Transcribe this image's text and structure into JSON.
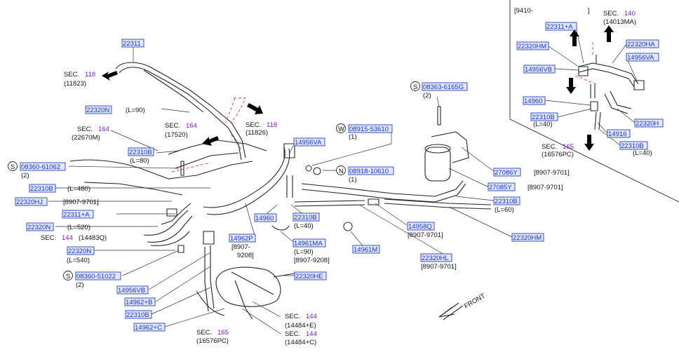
{
  "diagram": {
    "parts": [
      {
        "id": "p1",
        "text": "22311"
      },
      {
        "id": "p2",
        "text": "22320N"
      },
      {
        "id": "p3",
        "text": "22310B"
      },
      {
        "id": "p4",
        "text": "08360-61062"
      },
      {
        "id": "p5",
        "text": "22310B"
      },
      {
        "id": "p6",
        "text": "22320HJ"
      },
      {
        "id": "p7",
        "text": "22311+A"
      },
      {
        "id": "p8",
        "text": "22320N"
      },
      {
        "id": "p9",
        "text": "22320N"
      },
      {
        "id": "p10",
        "text": "08360-51022"
      },
      {
        "id": "p11",
        "text": "14956VB"
      },
      {
        "id": "p12",
        "text": "14962+B"
      },
      {
        "id": "p13",
        "text": "22310B"
      },
      {
        "id": "p14",
        "text": "14962+C"
      },
      {
        "id": "p15",
        "text": "14956VA"
      },
      {
        "id": "p16",
        "text": "08915-53610"
      },
      {
        "id": "p17",
        "text": "08918-10610"
      },
      {
        "id": "p18",
        "text": "14960"
      },
      {
        "id": "p19",
        "text": "22310B"
      },
      {
        "id": "p20",
        "text": "14962P"
      },
      {
        "id": "p21",
        "text": "14961MA"
      },
      {
        "id": "p22",
        "text": "14961M"
      },
      {
        "id": "p23",
        "text": "14958Q"
      },
      {
        "id": "p24",
        "text": "22320HL"
      },
      {
        "id": "p25",
        "text": "22320HE"
      },
      {
        "id": "p26",
        "text": "08363-6165G"
      },
      {
        "id": "p27",
        "text": "27086Y"
      },
      {
        "id": "p28",
        "text": "27085Y"
      },
      {
        "id": "p29",
        "text": "22310B"
      },
      {
        "id": "p30",
        "text": "22320HM"
      },
      {
        "id": "p31",
        "text": "22311+A"
      },
      {
        "id": "p32",
        "text": "22320HA"
      },
      {
        "id": "p33",
        "text": "22320HM"
      },
      {
        "id": "p34",
        "text": "14956VA"
      },
      {
        "id": "p35",
        "text": "14956VB"
      },
      {
        "id": "p36",
        "text": "14960"
      },
      {
        "id": "p37",
        "text": "22310B"
      },
      {
        "id": "p38",
        "text": "22320H"
      },
      {
        "id": "p39",
        "text": "14916"
      },
      {
        "id": "p40",
        "text": "22310B"
      }
    ],
    "notes": [
      {
        "id": "n1",
        "text": "SEC."
      },
      {
        "id": "n1s",
        "text": "118"
      },
      {
        "id": "n1b",
        "text": "(11823)"
      },
      {
        "id": "n2",
        "text": "(L=90)"
      },
      {
        "id": "n3",
        "text": "SEC."
      },
      {
        "id": "n3s",
        "text": "164"
      },
      {
        "id": "n3b",
        "text": "(22670M)"
      },
      {
        "id": "n4",
        "text": "SEC."
      },
      {
        "id": "n4s",
        "text": "164"
      },
      {
        "id": "n4b",
        "text": "(17520)"
      },
      {
        "id": "n5",
        "text": "SEC."
      },
      {
        "id": "n5s",
        "text": "118"
      },
      {
        "id": "n5b",
        "text": "(11826)"
      },
      {
        "id": "n6",
        "text": "(L=80)"
      },
      {
        "id": "n7",
        "text": "(2)"
      },
      {
        "id": "n8",
        "text": "(L=480)"
      },
      {
        "id": "n9",
        "text": "[8907-9701]"
      },
      {
        "id": "n10",
        "text": "(L=520)"
      },
      {
        "id": "n11",
        "text": "SEC."
      },
      {
        "id": "n11s",
        "text": "144"
      },
      {
        "id": "n11b",
        "text": "(14483Q)"
      },
      {
        "id": "n12",
        "text": "(L=540)"
      },
      {
        "id": "n13",
        "text": "(2)"
      },
      {
        "id": "n14",
        "text": "(1)"
      },
      {
        "id": "n15",
        "text": "(1)"
      },
      {
        "id": "n16",
        "text": "(L=40)"
      },
      {
        "id": "n17",
        "text": "[8907-"
      },
      {
        "id": "n17b",
        "text": "9208]"
      },
      {
        "id": "n18",
        "text": "(L=90)"
      },
      {
        "id": "n19",
        "text": "[8907-9208]"
      },
      {
        "id": "n20",
        "text": "[8907-9701]"
      },
      {
        "id": "n21",
        "text": "[8907-9701]"
      },
      {
        "id": "n22",
        "text": "SEC."
      },
      {
        "id": "n22s",
        "text": "144"
      },
      {
        "id": "n22b",
        "text": "(14484+E)"
      },
      {
        "id": "n23",
        "text": "SEC."
      },
      {
        "id": "n23s",
        "text": "144"
      },
      {
        "id": "n23b",
        "text": "(14484+C)"
      },
      {
        "id": "n24",
        "text": "SEC."
      },
      {
        "id": "n24s",
        "text": "165"
      },
      {
        "id": "n24b",
        "text": "(16576PC)"
      },
      {
        "id": "n25",
        "text": "(2)"
      },
      {
        "id": "n26",
        "text": "[8907-9701]"
      },
      {
        "id": "n27",
        "text": "[8907-9701]"
      },
      {
        "id": "n28",
        "text": "(L=60)"
      },
      {
        "id": "n29",
        "text": "FRONT"
      },
      {
        "id": "n30",
        "text": "[9410-"
      },
      {
        "id": "n30b",
        "text": "]"
      },
      {
        "id": "n31",
        "text": "SEC."
      },
      {
        "id": "n31s",
        "text": "140"
      },
      {
        "id": "n31b",
        "text": "(14013MA)"
      },
      {
        "id": "n32",
        "text": "(L=40)"
      },
      {
        "id": "n33",
        "text": "SEC."
      },
      {
        "id": "n33s",
        "text": "165"
      },
      {
        "id": "n33b",
        "text": "(16576PC)"
      },
      {
        "id": "n34",
        "text": "(L=40)"
      }
    ],
    "symbols": [
      {
        "id": "c1",
        "text": "S"
      },
      {
        "id": "c2",
        "text": "S"
      },
      {
        "id": "c3",
        "text": "W"
      },
      {
        "id": "c4",
        "text": "N"
      },
      {
        "id": "c5",
        "text": "S"
      }
    ],
    "colors": {
      "part_box_fill": "#dfe8ff",
      "part_box_stroke": "#2a3fb5",
      "part_text": "#1a33b8",
      "section_number": "#7a1aa8",
      "dash_line": "#e23b3b"
    }
  }
}
